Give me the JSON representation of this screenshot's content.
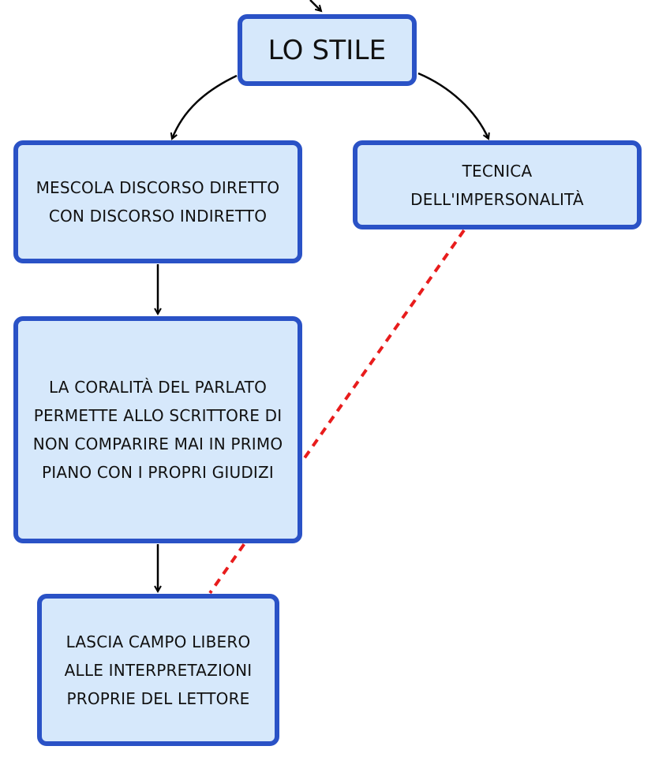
{
  "diagram": {
    "root": {
      "label": "LO STILE"
    },
    "nodes": [
      {
        "id": "mescola",
        "label": "MESCOLA DISCORSO DIRETTO CON DISCORSO INDIRETTO"
      },
      {
        "id": "tecnica",
        "label": "TECNICA DELL'IMPERSONALITÀ"
      },
      {
        "id": "coralita",
        "label": "LA CORALITÀ DEL PARLATO PERMETTE ALLO SCRITTORE DI NON COMPARIRE MAI IN PRIMO PIANO CON I PROPRI GIUDIZI"
      },
      {
        "id": "lascia",
        "label": "LASCIA CAMPO LIBERO ALLE INTERPRETAZIONI PROPRIE DEL LETTORE"
      }
    ],
    "edges": [
      {
        "from": "root",
        "to": "mescola",
        "style": "arrow"
      },
      {
        "from": "root",
        "to": "tecnica",
        "style": "arrow"
      },
      {
        "from": "mescola",
        "to": "coralita",
        "style": "arrow"
      },
      {
        "from": "coralita",
        "to": "lascia",
        "style": "arrow"
      },
      {
        "from": "tecnica",
        "to": "lascia",
        "style": "dashed"
      }
    ],
    "colors": {
      "node_fill": "#d6e8fb",
      "node_border": "#2a52c6",
      "arrow": "#000000",
      "dashed_link": "#e81c1c"
    }
  }
}
